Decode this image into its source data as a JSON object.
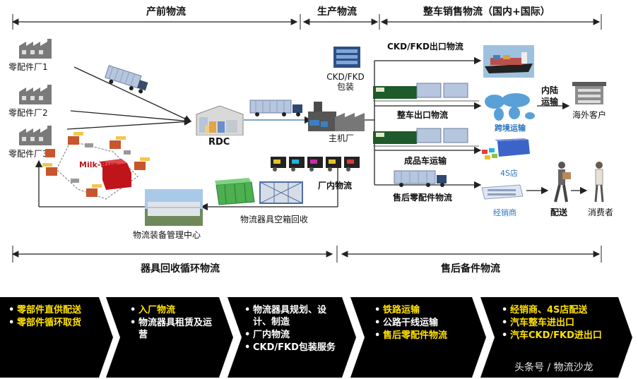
{
  "headers": {
    "pre_production": "产前物流",
    "production": "生产物流",
    "vehicle_sales": "整车销售物流（国内+国际）",
    "recycling": "器具回收循环物流",
    "aftersales": "售后备件物流"
  },
  "nodes": {
    "factory1": "零配件厂1",
    "factory2": "零配件厂2",
    "factory3": "零配件厂3",
    "rdc": "RDC",
    "ckd_pack": "CKD/FKD\n包装",
    "main_plant": "主机厂",
    "inplant": "厂内物流",
    "milk_run": "Milk-Run",
    "equip_center": "物流装备管理中心",
    "empty_return": "物流器具空箱回收",
    "ckd_export": "CKD/FKD出口物流",
    "vehicle_export": "整车出口物流",
    "finished_vehicle": "成品车运输",
    "aftersales_parts": "售后零配件物流",
    "inland": "内陆\n运输",
    "overseas_customer": "海外客户",
    "cross_border": "跨境运输",
    "store_4s": "4S店",
    "dealer": "经销商",
    "delivery": "配送",
    "consumer": "消费者"
  },
  "bottom_panels": [
    {
      "items": [
        {
          "text": "零部件直供配送",
          "color": "yellow"
        },
        {
          "text": "零部件循环取货",
          "color": "yellow"
        }
      ]
    },
    {
      "items": [
        {
          "text": "入厂物流",
          "color": "yellow"
        },
        {
          "text": "物流器具租赁及运营",
          "color": "white"
        }
      ]
    },
    {
      "items": [
        {
          "text": "物流器具规划、设计、制造",
          "color": "white"
        },
        {
          "text": "厂内物流",
          "color": "white"
        },
        {
          "text": "CKD/FKD包装服务",
          "color": "white"
        }
      ]
    },
    {
      "items": [
        {
          "text": "铁路运输",
          "color": "yellow"
        },
        {
          "text": "公路干线运输",
          "color": "white"
        },
        {
          "text": "售后零配件物流",
          "color": "yellow"
        }
      ]
    },
    {
      "items": [
        {
          "text": "经销商、4S店配送",
          "color": "yellow"
        },
        {
          "text": "汽车整车进出口",
          "color": "yellow"
        },
        {
          "text": "汽车CKD/FKD进出口",
          "color": "yellow"
        }
      ]
    }
  ],
  "watermark": "头条号 / 物流沙龙",
  "colors": {
    "panel_bg": "#000000",
    "yellow": "#ffe100",
    "truck": "#9fb4d6",
    "train": "#1e5a2a"
  }
}
